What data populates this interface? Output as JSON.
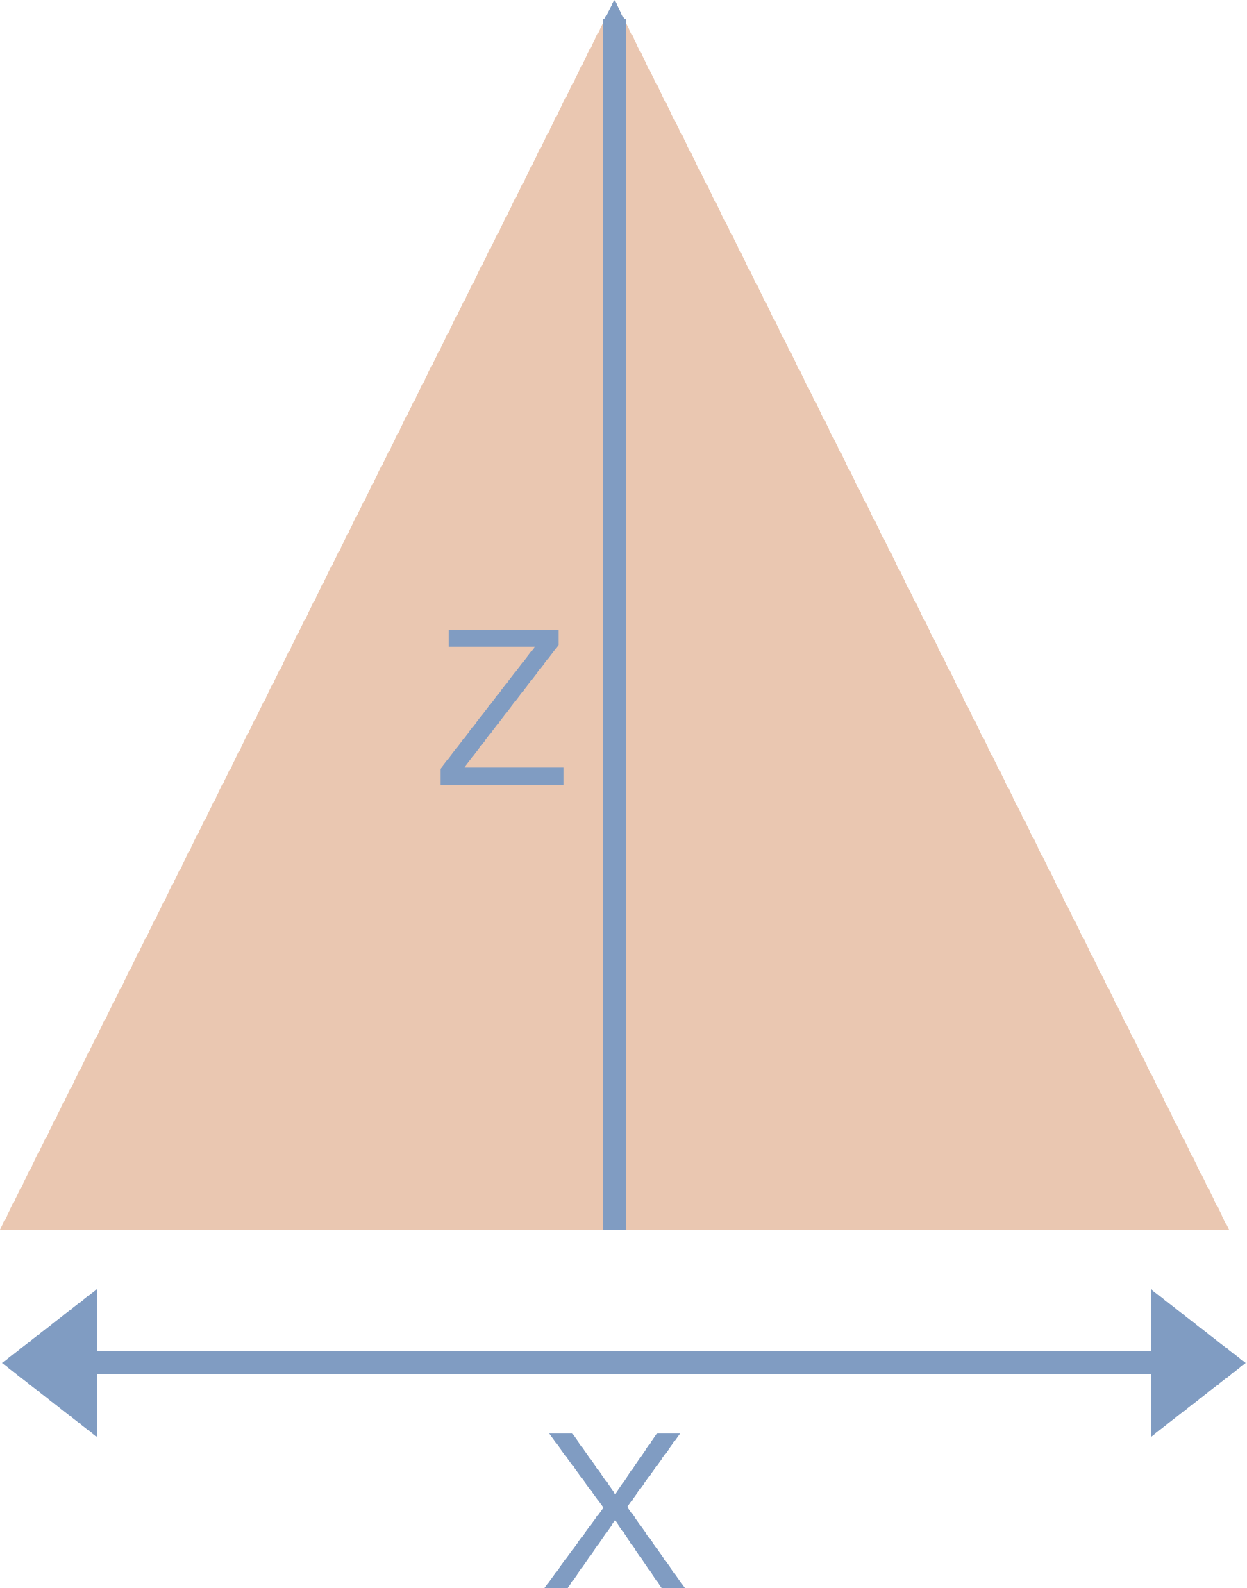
{
  "labels": {
    "height": "Z",
    "base": "X"
  },
  "colors": {
    "background": "#ffffff",
    "triangle_fill": "#eac7b1",
    "line": "#809cc2"
  },
  "icons": {
    "height_line": "vertical-line",
    "base_arrow": "double-headed-arrow"
  }
}
